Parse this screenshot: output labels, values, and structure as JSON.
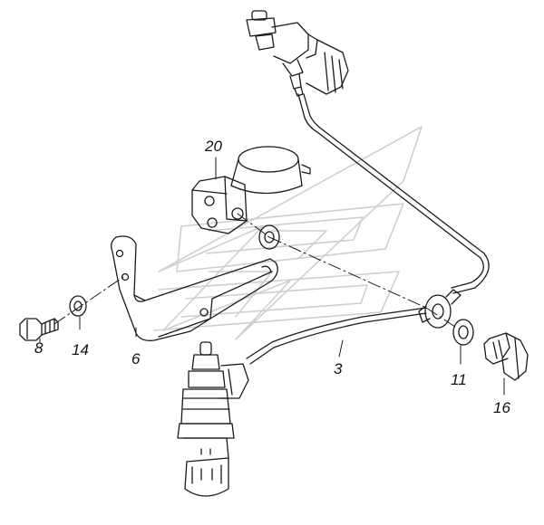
{
  "callouts": {
    "p20": "20",
    "p8": "8",
    "p14": "14",
    "p6": "6",
    "p3": "3",
    "p11": "11",
    "p16": "16"
  },
  "colors": {
    "line": "#1a1a1a",
    "watermark": "#cfcfcf",
    "background": "#ffffff"
  },
  "watermark_icon": "stylized-logo-watermark"
}
